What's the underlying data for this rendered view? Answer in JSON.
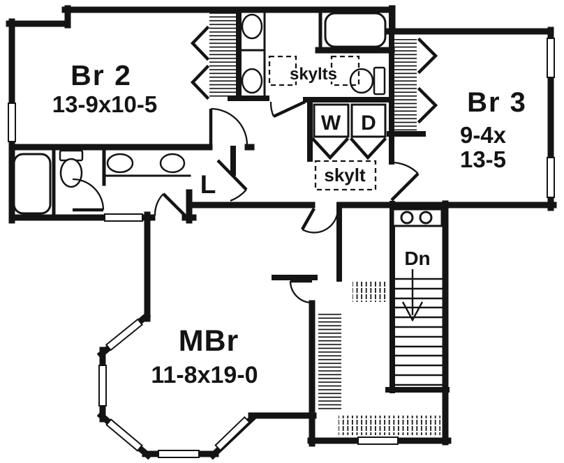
{
  "plan": {
    "background": "#ffffff",
    "wall_color": "#141414",
    "labels": {
      "br2": {
        "name": "Br 2",
        "dims": "13-9x10-5"
      },
      "br3": {
        "name": "Br 3",
        "dims1": "9-4x",
        "dims2": "13-5"
      },
      "mbr": {
        "name": "MBr",
        "dims": "11-8x19-0"
      },
      "washer": "W",
      "dryer": "D",
      "linen_closet": "L",
      "stairs_down": "Dn",
      "skylights": "skylts",
      "skylight": "skylt"
    }
  }
}
